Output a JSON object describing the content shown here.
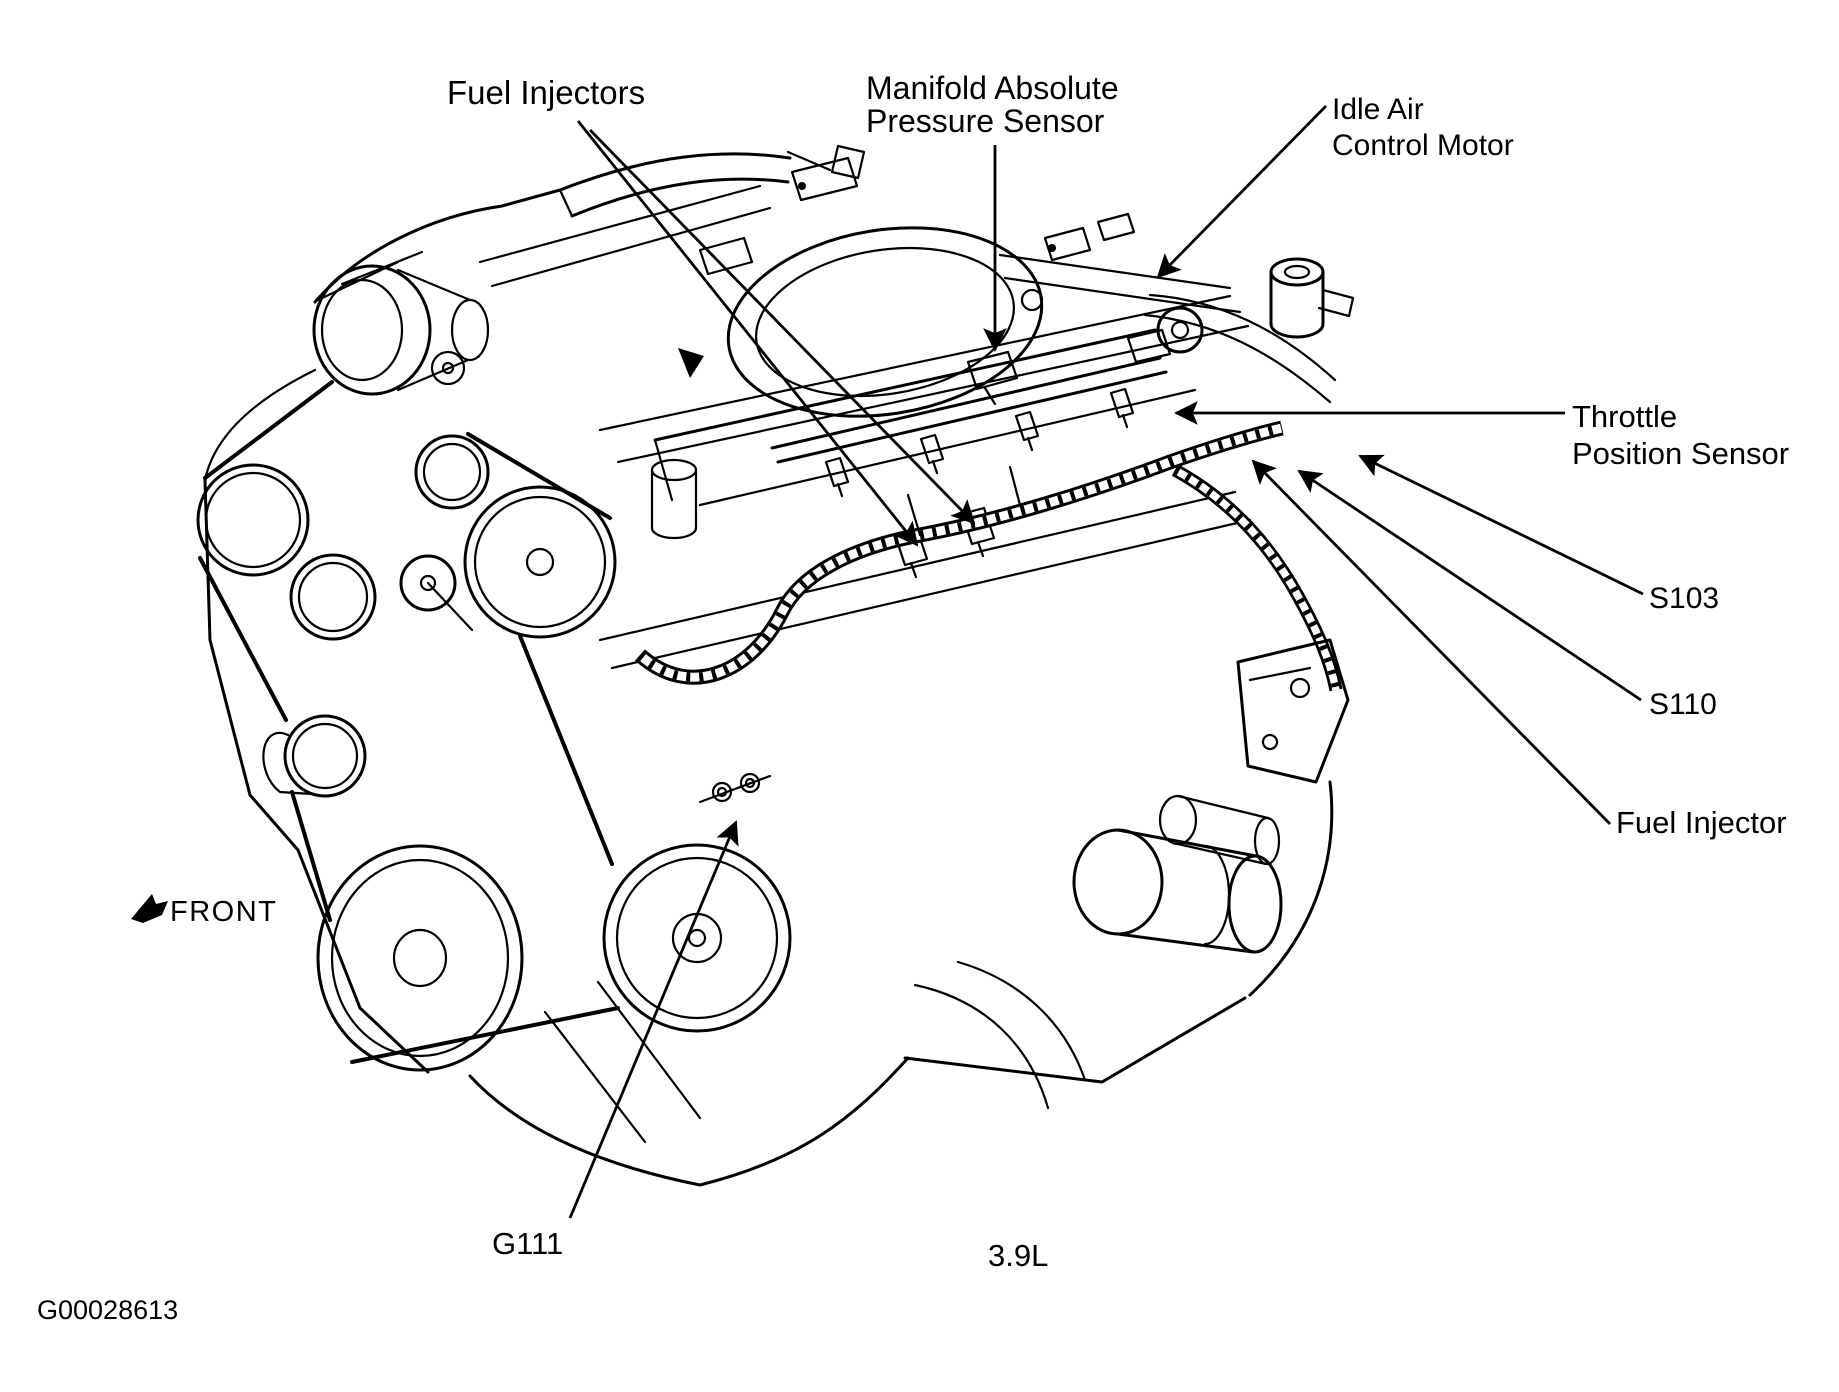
{
  "diagram": {
    "colors": {
      "ink": "#000000",
      "background": "#ffffff"
    },
    "engine_displacement": "3.9L",
    "figure_code": "G00028613",
    "front": {
      "label": "FRONT",
      "arrow_icon": "solid-left-arrow"
    },
    "labels": {
      "fuel_injectors": "Fuel Injectors",
      "map_sensor_line1": "Manifold Absolute",
      "map_sensor_line2": "Pressure Sensor",
      "iac_line1": "Idle Air",
      "iac_line2": "Control Motor",
      "tps_line1": "Throttle",
      "tps_line2": "Position Sensor",
      "splice_s103": "S103",
      "splice_s110": "S110",
      "fuel_injector_single": "Fuel Injector",
      "ground_g111": "G111"
    }
  }
}
